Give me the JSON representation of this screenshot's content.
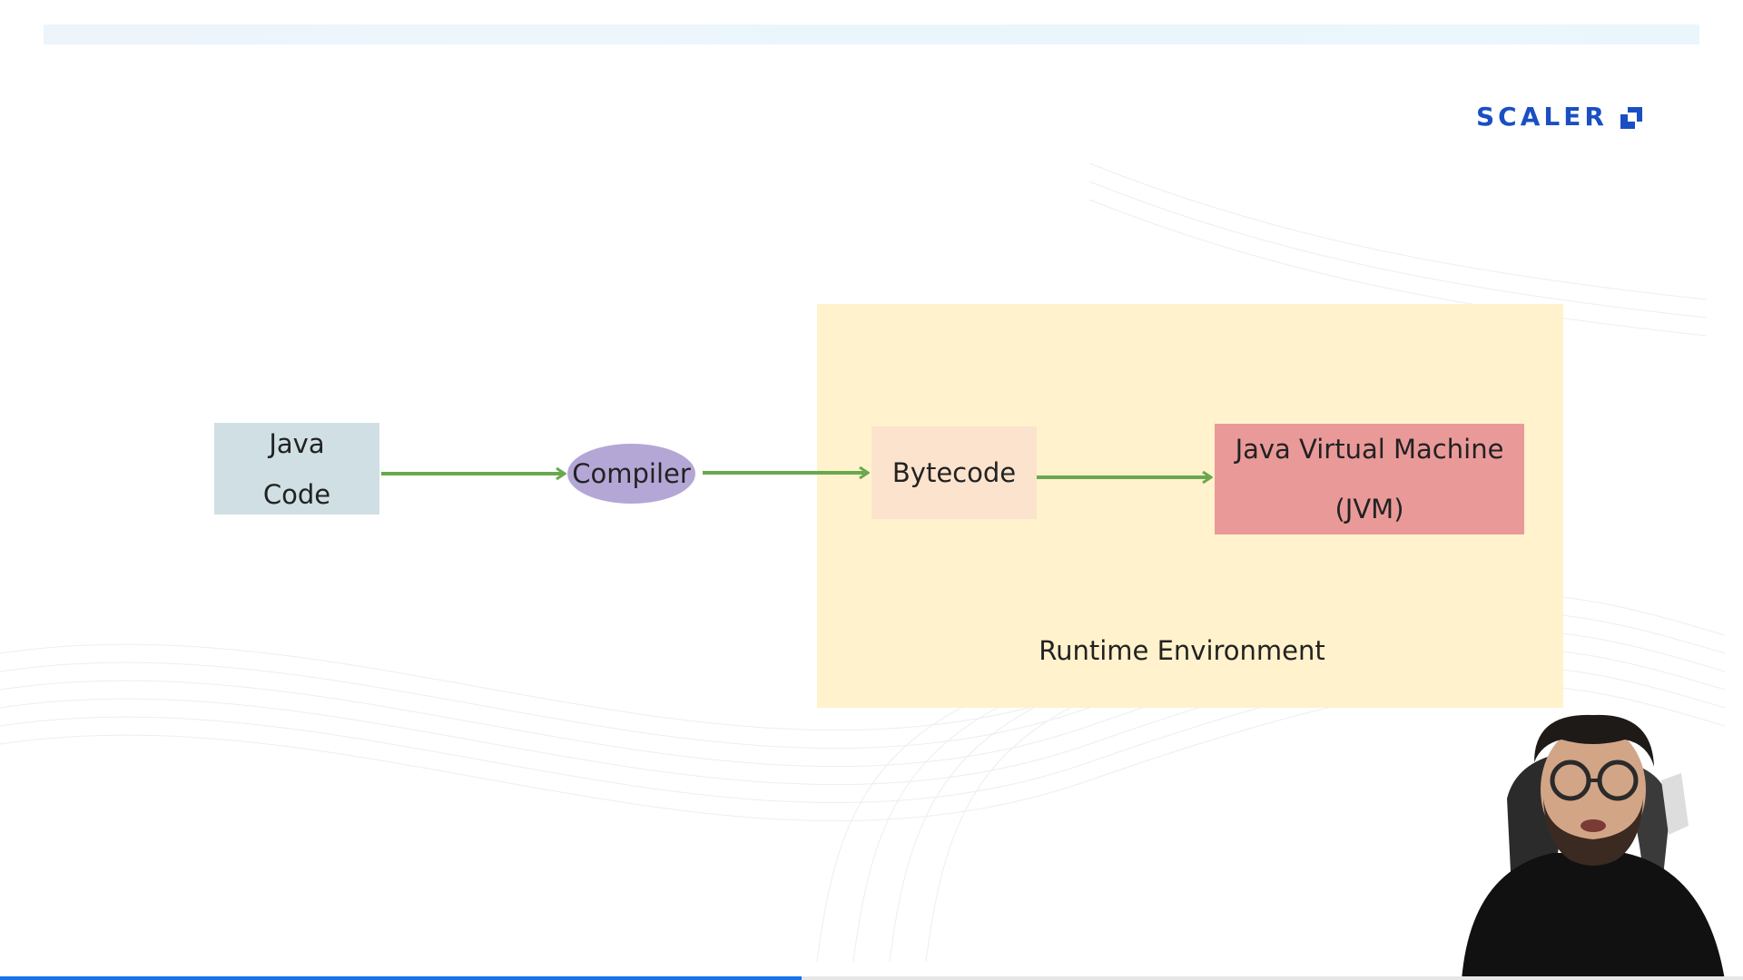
{
  "logo": {
    "text": "SCALER"
  },
  "diagram": {
    "java_code": [
      "Java",
      "Code"
    ],
    "compiler": "Compiler",
    "bytecode": "Bytecode",
    "jvm": [
      "Java Virtual Machine",
      "(JVM)"
    ],
    "runtime_label": "Runtime Environment"
  },
  "colors": {
    "java_code_fill": "#d0dfe3",
    "compiler_fill": "#b4a7d6",
    "bytecode_fill": "#fbe3cd",
    "jvm_fill": "#ea9999",
    "runtime_fill": "#fff2cc",
    "arrow": "#6aa84f",
    "brand": "#1a4fc4"
  },
  "video": {
    "progress": 0.46
  }
}
